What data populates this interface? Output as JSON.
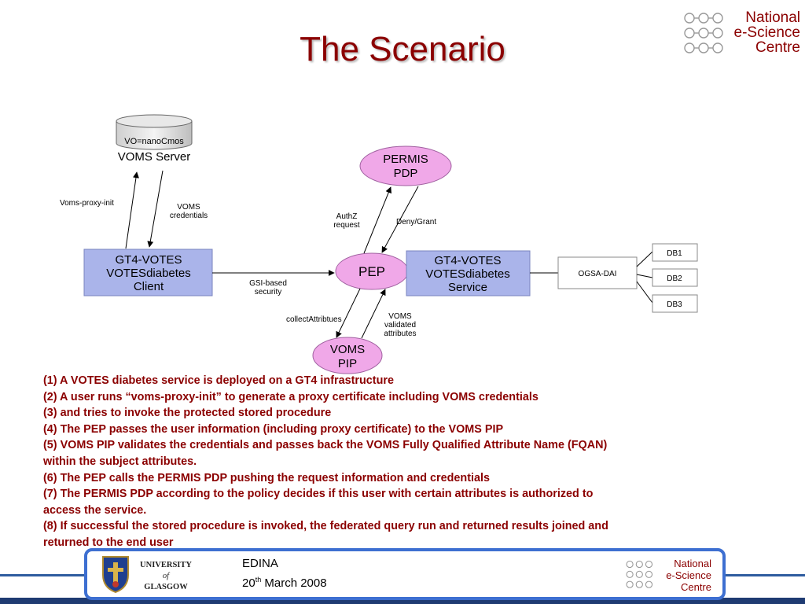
{
  "title": "The Scenario",
  "logo": {
    "line1": "National",
    "line2": "e-Science",
    "line3": "Centre"
  },
  "diagram": {
    "voms_db_label": "VO=nanoCmos",
    "voms_server": "VOMS Server",
    "client": {
      "line1": "GT4-VOTES",
      "line2": "VOTESdiabetes",
      "line3": "Client"
    },
    "service": {
      "line1": "GT4-VOTES",
      "line2": "VOTESdiabetes",
      "line3": "Service"
    },
    "permis": {
      "line1": "PERMIS",
      "line2": "PDP"
    },
    "pep": "PEP",
    "voms_pip": {
      "line1": "VOMS",
      "line2": "PIP"
    },
    "ogsa_dai": "OGSA-DAI",
    "db1": "DB1",
    "db2": "DB2",
    "db3": "DB3",
    "edge_voms_proxy_init": "Voms-proxy-init",
    "edge_voms_credentials": {
      "line1": "VOMS",
      "line2": "credentials"
    },
    "edge_gsi": {
      "line1": "GSI-based",
      "line2": "security"
    },
    "edge_authz": {
      "line1": "AuthZ",
      "line2": "request"
    },
    "edge_deny_grant": "Deny/Grant",
    "edge_collect": "collectAttribtues",
    "edge_voms_validated": {
      "line1": "VOMS",
      "line2": "validated",
      "line3": "attributes"
    }
  },
  "steps": [
    "(1) A VOTES diabetes service is deployed on a GT4 infrastructure",
    "(2) A user runs “voms-proxy-init” to generate a proxy certificate including VOMS credentials",
    "(3) and tries to invoke the protected stored procedure",
    "(4) The PEP passes the user information (including proxy certificate) to the VOMS PIP",
    "(5) VOMS PIP validates the credentials and passes back the VOMS Fully Qualified Attribute Name (FQAN)",
    "within the subject attributes.",
    "(6) The PEP calls the PERMIS PDP pushing the request information and credentials",
    "(7) The PERMIS PDP according to the policy decides if this user with certain attributes is authorized to",
    "access the service.",
    "(8) If successful the stored procedure is invoked, the federated query run and returned results joined and",
    "returned to the end user"
  ],
  "footer": {
    "university_line1": "UNIVERSITY",
    "university_line2": "of",
    "university_line3": "GLASGOW",
    "event": "EDINA",
    "date_day": "20",
    "date_suffix": "th",
    "date_rest": " March 2008"
  },
  "colors": {
    "title": "#8b0000",
    "box_fill": "#aab4ea",
    "ellipse_fill": "#f0a8e8",
    "footer_border": "#3d6fd1"
  }
}
